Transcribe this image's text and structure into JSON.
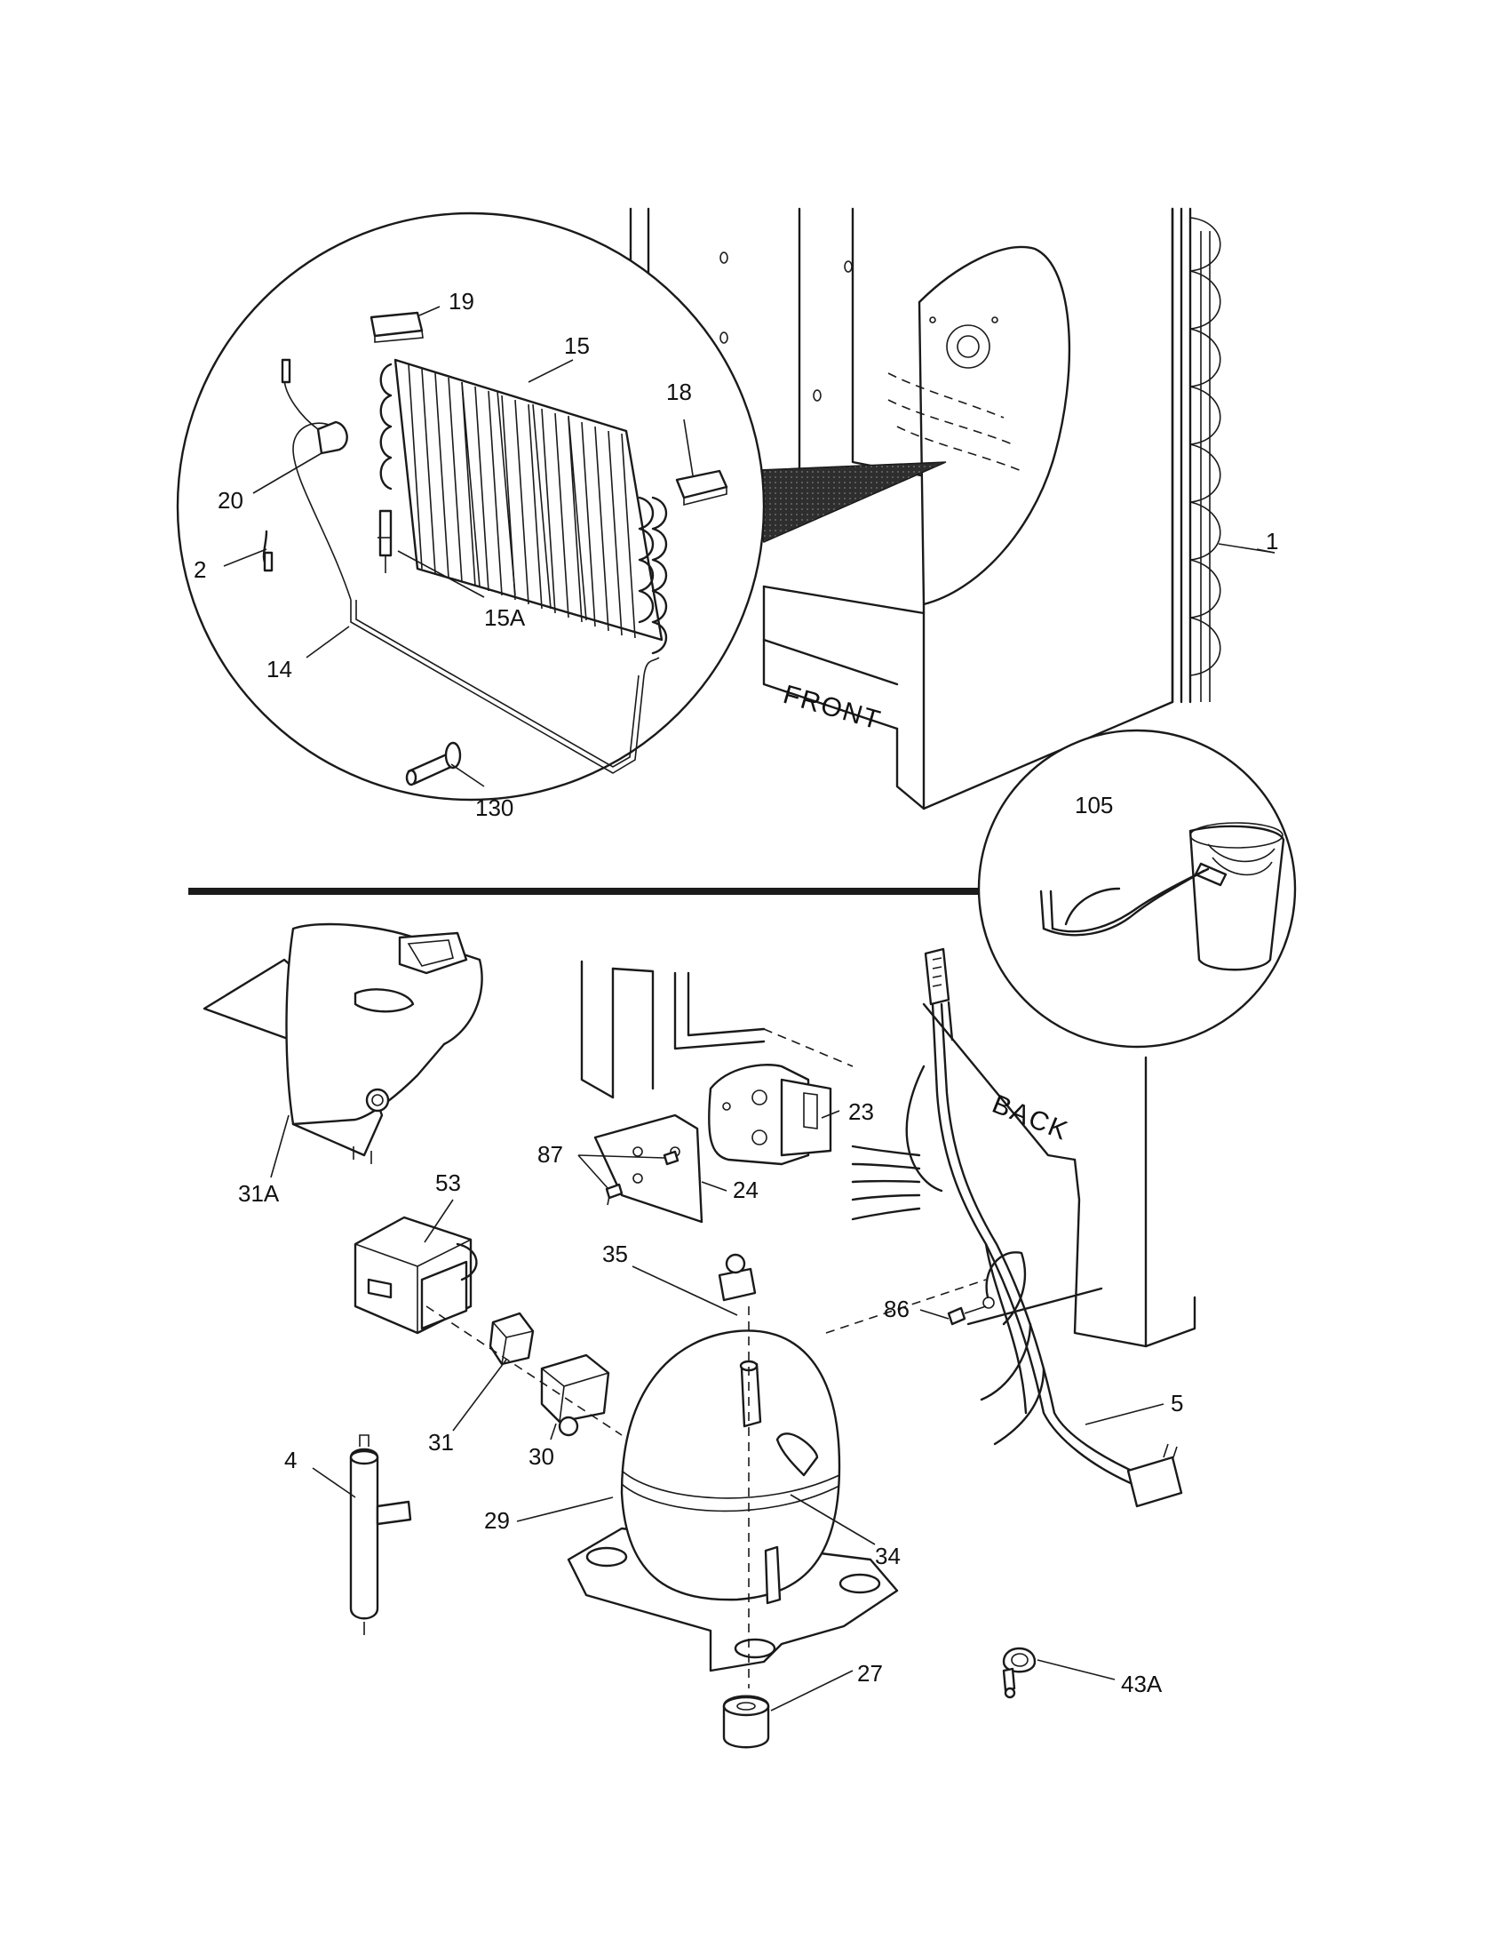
{
  "labels": {
    "p1": "1",
    "p2": "2",
    "p4": "4",
    "p5": "5",
    "p14": "14",
    "p15": "15",
    "p15a": "15A",
    "p18": "18",
    "p19": "19",
    "p20": "20",
    "p23": "23",
    "p24": "24",
    "p27": "27",
    "p29": "29",
    "p30": "30",
    "p31": "31",
    "p31a": "31A",
    "p34": "34",
    "p35": "35",
    "p43a": "43A",
    "p53": "53",
    "p86": "86",
    "p87": "87",
    "p105": "105",
    "p130": "130"
  },
  "words": {
    "front": "FRONT",
    "back": "BACK"
  },
  "colors": {
    "line": "#1a1a1a",
    "background": "#ffffff",
    "shadow_fill": "#3a3a3a"
  }
}
